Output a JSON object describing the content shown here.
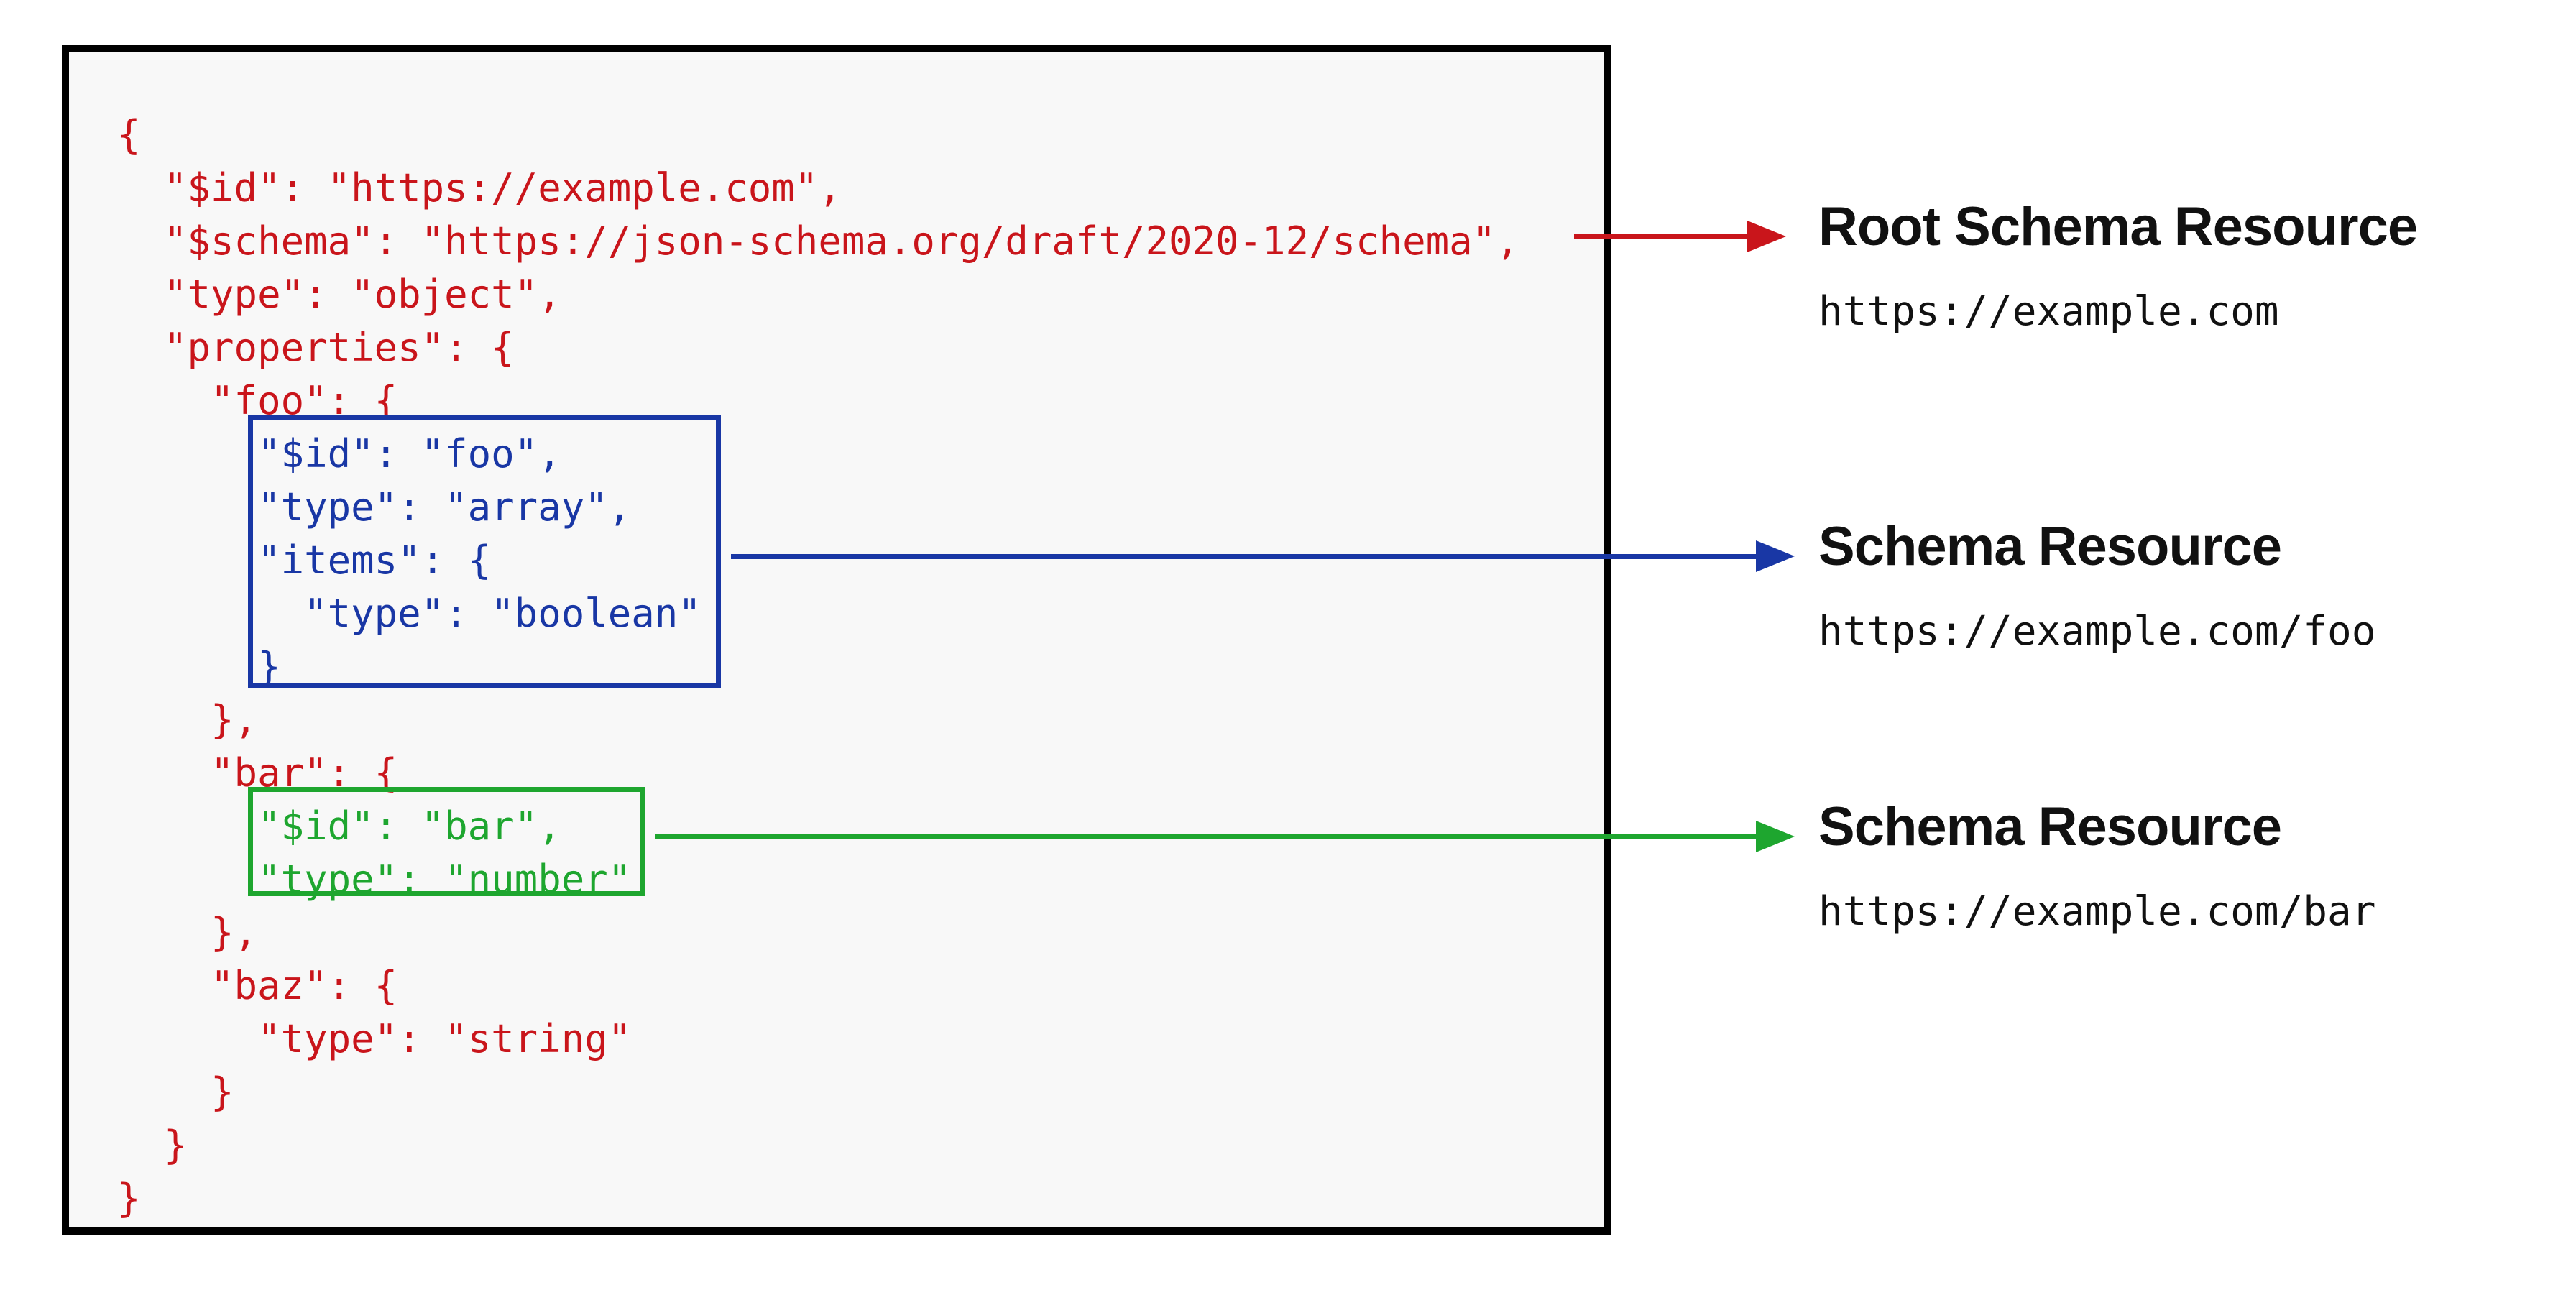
{
  "palette": {
    "red": "#C9151B",
    "blue": "#1937A5",
    "green": "#1EA62F",
    "ink": "#111111",
    "box_background": "#F8F8F8",
    "page_background": "#FFFFFF"
  },
  "code": {
    "lines": [
      {
        "text": "{",
        "color": "red"
      },
      {
        "text": "  \"$id\": \"https://example.com\",",
        "color": "red"
      },
      {
        "text": "  \"$schema\": \"https://json-schema.org/draft/2020-12/schema\",",
        "color": "red"
      },
      {
        "text": "  \"type\": \"object\",",
        "color": "red"
      },
      {
        "text": "  \"properties\": {",
        "color": "red"
      },
      {
        "text": "    \"foo\": {",
        "color": "red"
      },
      {
        "text": "      \"$id\": \"foo\",",
        "color": "blue"
      },
      {
        "text": "      \"type\": \"array\",",
        "color": "blue"
      },
      {
        "text": "      \"items\": {",
        "color": "blue"
      },
      {
        "text": "        \"type\": \"boolean\"",
        "color": "blue"
      },
      {
        "text": "      }",
        "color": "blue"
      },
      {
        "text": "    },",
        "color": "red"
      },
      {
        "text": "    \"bar\": {",
        "color": "red"
      },
      {
        "text": "      \"$id\": \"bar\",",
        "color": "green"
      },
      {
        "text": "      \"type\": \"number\"",
        "color": "green"
      },
      {
        "text": "    },",
        "color": "red"
      },
      {
        "text": "    \"baz\": {",
        "color": "red"
      },
      {
        "text": "      \"type\": \"string\"",
        "color": "red"
      },
      {
        "text": "    }",
        "color": "red"
      },
      {
        "text": "  }",
        "color": "red"
      },
      {
        "text": "}",
        "color": "red"
      }
    ]
  },
  "annotations": [
    {
      "title": "Root Schema Resource",
      "url": "https://example.com",
      "arrow_color": "red"
    },
    {
      "title": "Schema Resource",
      "url": "https://example.com/foo",
      "arrow_color": "blue"
    },
    {
      "title": "Schema Resource",
      "url": "https://example.com/bar",
      "arrow_color": "green"
    }
  ]
}
